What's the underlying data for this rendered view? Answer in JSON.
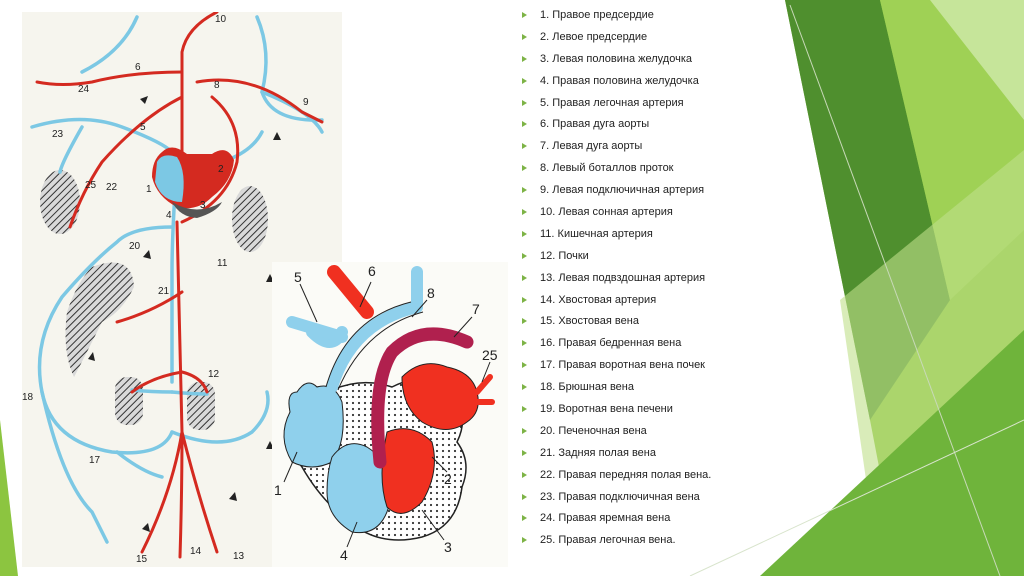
{
  "legend": {
    "items": [
      "1. Правое предсердие",
      "2. Левое предсердие",
      "3. Левая половина желудочка",
      "4. Правая половина желудочка",
      "5. Правая легочная артерия",
      "6. Правая дуга аорты",
      "7. Левая дуга аорты",
      "8. Левый боталлов проток",
      "9. Левая подключичная артерия",
      "10. Левая сонная артерия",
      "11. Кишечная артерия",
      "12. Почки",
      "13. Левая подвздошная артерия",
      "14. Хвостовая артерия",
      "15. Хвостовая вена",
      "16. Правая бедренная вена",
      "17. Правая воротная вена почек",
      "18. Брюшная вена",
      "19. Воротная вена печени",
      "20. Печеночная вена",
      "21. Задняя полая вена",
      "22. Правая передняя полая вена.",
      "23. Правая подключичная вена",
      "24. Правая яремная вена",
      "25. Правая легочная вена."
    ]
  },
  "circulation_figure": {
    "labels": {
      "n1": "1",
      "n2": "2",
      "n3": "3",
      "n4": "4",
      "n5": "5",
      "n6": "6",
      "n8": "8",
      "n9": "9",
      "n10": "10",
      "n11": "11",
      "n12": "12",
      "n13": "13",
      "n14": "14",
      "n15": "15",
      "n17": "17",
      "n18": "18",
      "n20": "20",
      "n21": "21",
      "n22": "22",
      "n23": "23",
      "n24": "24",
      "n25": "25"
    }
  },
  "heart_figure": {
    "labels": {
      "n1": "1",
      "n2": "2",
      "n3": "3",
      "n4": "4",
      "n5": "5",
      "n6": "6",
      "n7": "7",
      "n8": "8",
      "n25": "25"
    }
  },
  "colors": {
    "vein": "#7cc8e4",
    "artery": "#d42a20",
    "heart_vein": "#8fd0ec",
    "heart_artery": "#f03020",
    "aorta_mixed": "#b0204e",
    "accent": "#7db346"
  }
}
